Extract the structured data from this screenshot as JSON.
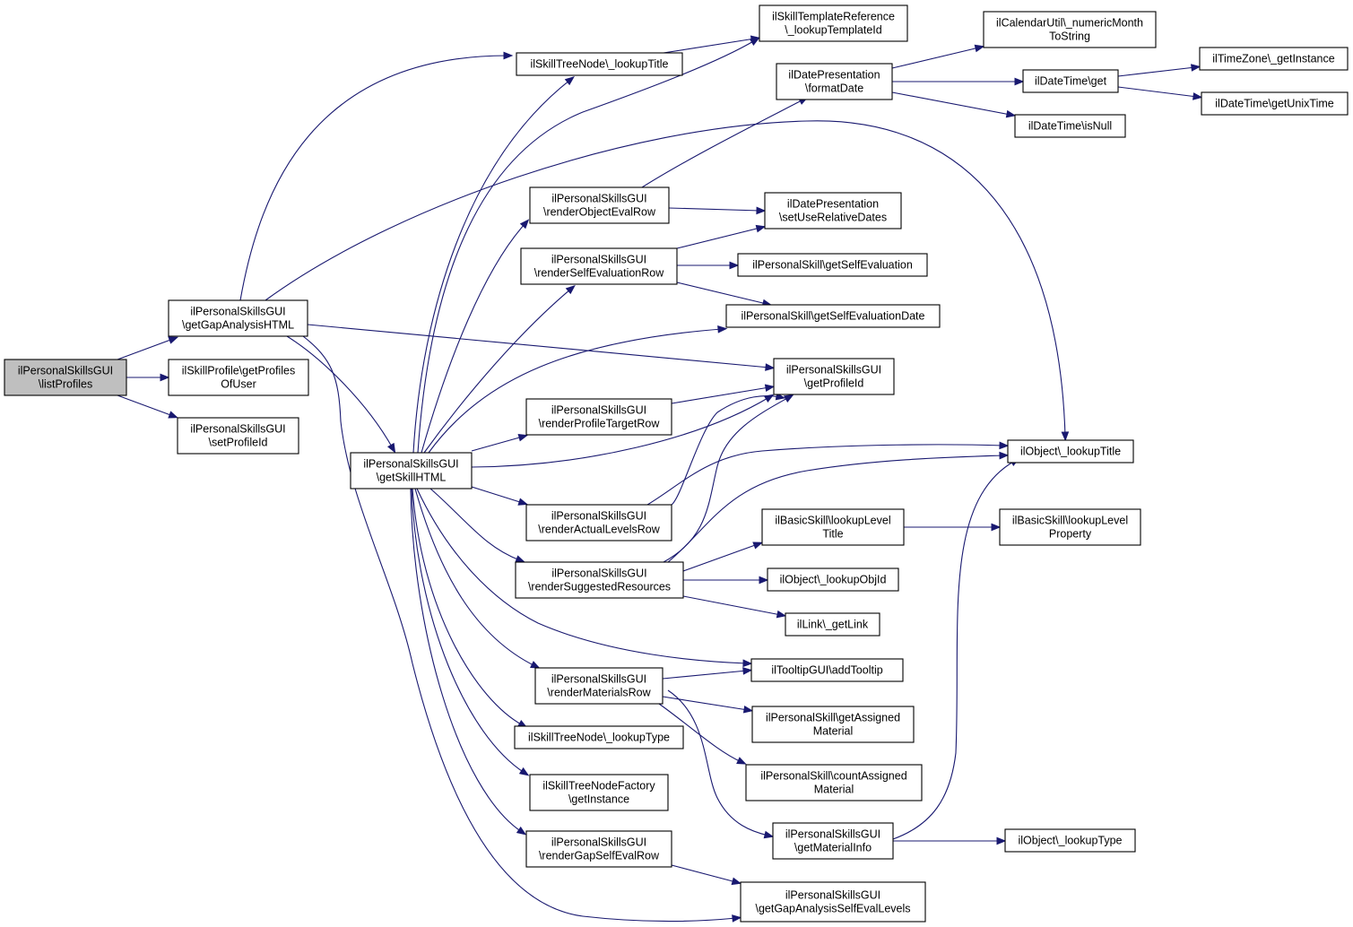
{
  "colors": {
    "edge": "#191970",
    "node_border": "#000000",
    "node_fill": "#ffffff",
    "root_fill": "#bfbfbf"
  },
  "nodes": [
    {
      "id": "listProfiles",
      "lines": [
        "ilPersonalSkillsGUI",
        "\\listProfiles"
      ],
      "root": true
    },
    {
      "id": "getGapAnalysisHTML",
      "lines": [
        "ilPersonalSkillsGUI",
        "\\getGapAnalysisHTML"
      ]
    },
    {
      "id": "getProfilesOfUser",
      "lines": [
        "ilSkillProfile\\getProfiles",
        "OfUser"
      ]
    },
    {
      "id": "setProfileId",
      "lines": [
        "ilPersonalSkillsGUI",
        "\\setProfileId"
      ]
    },
    {
      "id": "getSkillHTML",
      "lines": [
        "ilPersonalSkillsGUI",
        "\\getSkillHTML"
      ]
    },
    {
      "id": "stnLookupTitle",
      "lines": [
        "ilSkillTreeNode\\_lookupTitle"
      ]
    },
    {
      "id": "templateRef",
      "lines": [
        "ilSkillTemplateReference",
        "\\_lookupTemplateId"
      ]
    },
    {
      "id": "formatDate",
      "lines": [
        "ilDatePresentation",
        "\\formatDate"
      ]
    },
    {
      "id": "numericMonth",
      "lines": [
        "ilCalendarUtil\\_numericMonth",
        "ToString"
      ]
    },
    {
      "id": "dtGet",
      "lines": [
        "ilDateTime\\get"
      ]
    },
    {
      "id": "tzGetInstance",
      "lines": [
        "ilTimeZone\\_getInstance"
      ]
    },
    {
      "id": "getUnixTime",
      "lines": [
        "ilDateTime\\getUnixTime"
      ]
    },
    {
      "id": "isNull",
      "lines": [
        "ilDateTime\\isNull"
      ]
    },
    {
      "id": "renderObjectEvalRow",
      "lines": [
        "ilPersonalSkillsGUI",
        "\\renderObjectEvalRow"
      ]
    },
    {
      "id": "setUseRelativeDates",
      "lines": [
        "ilDatePresentation",
        "\\setUseRelativeDates"
      ]
    },
    {
      "id": "renderSelfEvaluationRow",
      "lines": [
        "ilPersonalSkillsGUI",
        "\\renderSelfEvaluationRow"
      ]
    },
    {
      "id": "getSelfEvaluation",
      "lines": [
        "ilPersonalSkill\\getSelfEvaluation"
      ]
    },
    {
      "id": "getSelfEvaluationDate",
      "lines": [
        "ilPersonalSkill\\getSelfEvaluationDate"
      ]
    },
    {
      "id": "getProfileId",
      "lines": [
        "ilPersonalSkillsGUI",
        "\\getProfileId"
      ]
    },
    {
      "id": "renderProfileTargetRow",
      "lines": [
        "ilPersonalSkillsGUI",
        "\\renderProfileTargetRow"
      ]
    },
    {
      "id": "objLookupTitle",
      "lines": [
        "ilObject\\_lookupTitle"
      ]
    },
    {
      "id": "renderActualLevelsRow",
      "lines": [
        "ilPersonalSkillsGUI",
        "\\renderActualLevelsRow"
      ]
    },
    {
      "id": "lookupLevelTitle",
      "lines": [
        "ilBasicSkill\\lookupLevel",
        "Title"
      ]
    },
    {
      "id": "lookupLevelProperty",
      "lines": [
        "ilBasicSkill\\lookupLevel",
        "Property"
      ]
    },
    {
      "id": "renderSuggestedResources",
      "lines": [
        "ilPersonalSkillsGUI",
        "\\renderSuggestedResources"
      ]
    },
    {
      "id": "lookupObjId",
      "lines": [
        "ilObject\\_lookupObjId"
      ]
    },
    {
      "id": "getLink",
      "lines": [
        "ilLink\\_getLink"
      ]
    },
    {
      "id": "addTooltip",
      "lines": [
        "ilTooltipGUI\\addTooltip"
      ]
    },
    {
      "id": "renderMaterialsRow",
      "lines": [
        "ilPersonalSkillsGUI",
        "\\renderMaterialsRow"
      ]
    },
    {
      "id": "getAssignedMaterial",
      "lines": [
        "ilPersonalSkill\\getAssigned",
        "Material"
      ]
    },
    {
      "id": "countAssignedMaterial",
      "lines": [
        "ilPersonalSkill\\countAssigned",
        "Material"
      ]
    },
    {
      "id": "stnLookupType",
      "lines": [
        "ilSkillTreeNode\\_lookupType"
      ]
    },
    {
      "id": "stnFactory",
      "lines": [
        "ilSkillTreeNodeFactory",
        "\\getInstance"
      ]
    },
    {
      "id": "getMaterialInfo",
      "lines": [
        "ilPersonalSkillsGUI",
        "\\getMaterialInfo"
      ]
    },
    {
      "id": "objLookupType",
      "lines": [
        "ilObject\\_lookupType"
      ]
    },
    {
      "id": "renderGapSelfEvalRow",
      "lines": [
        "ilPersonalSkillsGUI",
        "\\renderGapSelfEvalRow"
      ]
    },
    {
      "id": "getGapAnalysisSelfEvalLevels",
      "lines": [
        "ilPersonalSkillsGUI",
        "\\getGapAnalysisSelfEvalLevels"
      ]
    }
  ],
  "edges": [
    {
      "from": "listProfiles",
      "to": "getGapAnalysisHTML"
    },
    {
      "from": "listProfiles",
      "to": "getProfilesOfUser"
    },
    {
      "from": "listProfiles",
      "to": "setProfileId"
    },
    {
      "from": "getGapAnalysisHTML",
      "to": "stnLookupTitle"
    },
    {
      "from": "getGapAnalysisHTML",
      "to": "objLookupTitle"
    },
    {
      "from": "getGapAnalysisHTML",
      "to": "getProfileId"
    },
    {
      "from": "getGapAnalysisHTML",
      "to": "getSkillHTML"
    },
    {
      "from": "getGapAnalysisHTML",
      "to": "getGapAnalysisSelfEvalLevels"
    },
    {
      "from": "stnLookupTitle",
      "to": "templateRef"
    },
    {
      "from": "getSkillHTML",
      "to": "stnLookupTitle"
    },
    {
      "from": "getSkillHTML",
      "to": "templateRef"
    },
    {
      "from": "getSkillHTML",
      "to": "renderObjectEvalRow"
    },
    {
      "from": "getSkillHTML",
      "to": "renderSelfEvaluationRow"
    },
    {
      "from": "getSkillHTML",
      "to": "getSelfEvaluationDate"
    },
    {
      "from": "getSkillHTML",
      "to": "renderProfileTargetRow"
    },
    {
      "from": "getSkillHTML",
      "to": "getProfileId"
    },
    {
      "from": "getSkillHTML",
      "to": "renderActualLevelsRow"
    },
    {
      "from": "getSkillHTML",
      "to": "renderSuggestedResources"
    },
    {
      "from": "getSkillHTML",
      "to": "addTooltip"
    },
    {
      "from": "getSkillHTML",
      "to": "renderMaterialsRow"
    },
    {
      "from": "getSkillHTML",
      "to": "stnLookupType"
    },
    {
      "from": "getSkillHTML",
      "to": "stnFactory"
    },
    {
      "from": "getSkillHTML",
      "to": "renderGapSelfEvalRow"
    },
    {
      "from": "renderObjectEvalRow",
      "to": "formatDate"
    },
    {
      "from": "renderObjectEvalRow",
      "to": "setUseRelativeDates"
    },
    {
      "from": "formatDate",
      "to": "numericMonth"
    },
    {
      "from": "formatDate",
      "to": "dtGet"
    },
    {
      "from": "formatDate",
      "to": "isNull"
    },
    {
      "from": "dtGet",
      "to": "tzGetInstance"
    },
    {
      "from": "dtGet",
      "to": "getUnixTime"
    },
    {
      "from": "renderSelfEvaluationRow",
      "to": "setUseRelativeDates"
    },
    {
      "from": "renderSelfEvaluationRow",
      "to": "getSelfEvaluation"
    },
    {
      "from": "renderSelfEvaluationRow",
      "to": "getSelfEvaluationDate"
    },
    {
      "from": "renderProfileTargetRow",
      "to": "getProfileId"
    },
    {
      "from": "renderActualLevelsRow",
      "to": "getProfileId"
    },
    {
      "from": "renderActualLevelsRow",
      "to": "objLookupTitle"
    },
    {
      "from": "renderSuggestedResources",
      "to": "getProfileId"
    },
    {
      "from": "renderSuggestedResources",
      "to": "objLookupTitle"
    },
    {
      "from": "renderSuggestedResources",
      "to": "lookupLevelTitle"
    },
    {
      "from": "renderSuggestedResources",
      "to": "lookupObjId"
    },
    {
      "from": "renderSuggestedResources",
      "to": "getLink"
    },
    {
      "from": "lookupLevelTitle",
      "to": "lookupLevelProperty"
    },
    {
      "from": "renderMaterialsRow",
      "to": "addTooltip"
    },
    {
      "from": "renderMaterialsRow",
      "to": "getAssignedMaterial"
    },
    {
      "from": "renderMaterialsRow",
      "to": "countAssignedMaterial"
    },
    {
      "from": "renderMaterialsRow",
      "to": "getMaterialInfo"
    },
    {
      "from": "getMaterialInfo",
      "to": "objLookupTitle"
    },
    {
      "from": "getMaterialInfo",
      "to": "objLookupType"
    },
    {
      "from": "renderGapSelfEvalRow",
      "to": "getGapAnalysisSelfEvalLevels"
    }
  ]
}
